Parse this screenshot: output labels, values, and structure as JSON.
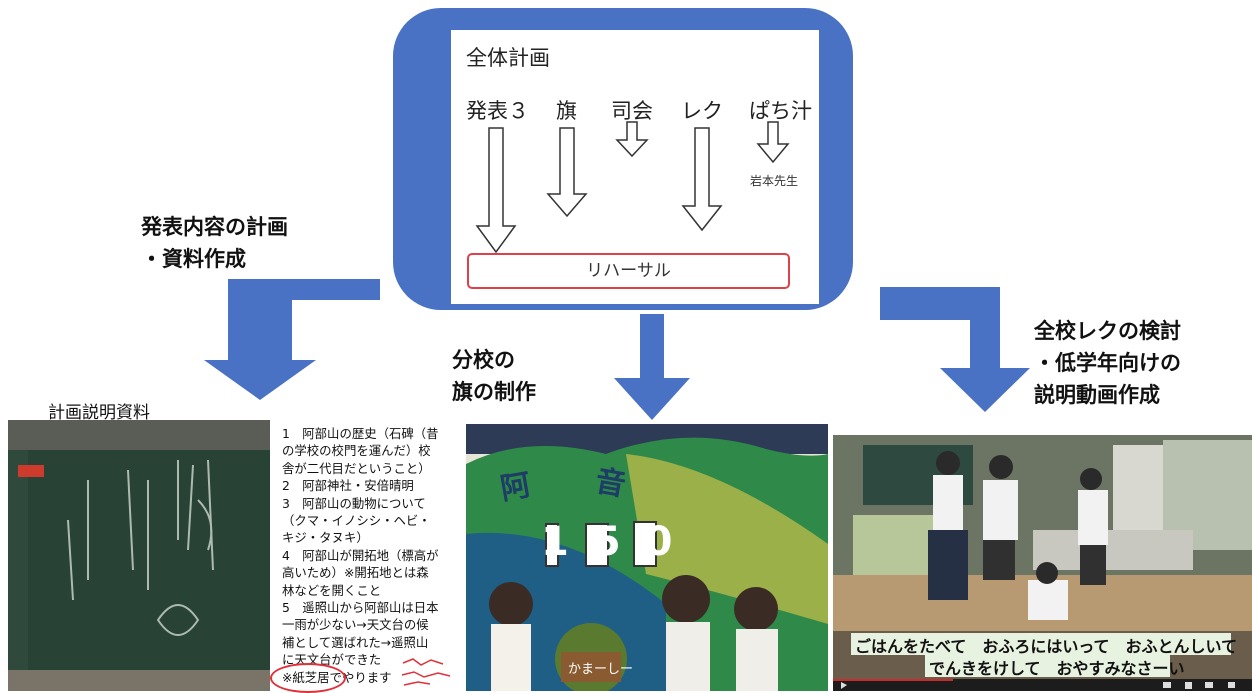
{
  "plan": {
    "title": "全体計画",
    "items": [
      "発表３",
      "旗",
      "司会",
      "レク",
      "ぱち汁"
    ],
    "note": "岩本先生",
    "rehearsal": "リハーサル"
  },
  "left_heading": [
    "発表内容の計画",
    "・資料作成"
  ],
  "center_heading": [
    "分校の",
    "旗の制作"
  ],
  "right_heading": [
    "全校レクの検討",
    "・低学年向けの",
    "説明動画作成"
  ],
  "caption_left": "計画説明資料",
  "notes": [
    "1　阿部山の歴史（石碑（昔",
    "の学校の校門を運んだ）校",
    "舎が二代目だということ）",
    "2　阿部神社・安倍晴明",
    "3　阿部山の動物について",
    "（クマ・イノシシ・ヘビ・",
    "キジ・タヌキ）",
    "4　阿部山が開拓地（標高が",
    "高いため）※開拓地とは森",
    "林などを開くこと",
    "5　遥照山から阿部山は日本",
    "一雨が少ない→天文台の候",
    "補として選ばれた→遥照山",
    "に天文台ができた",
    "※紙芝居でやります"
  ],
  "flag_text": {
    "chars": [
      "阿",
      "音"
    ],
    "number": "150",
    "label": "かまーしー"
  },
  "video_subtitles": [
    "ごはんをたべて　おふろにはいって　おふとんしいて",
    "でんきをけして　おやすみなさーい"
  ],
  "colors": {
    "frame": "#4a72c4",
    "arrow": "#4a72c4",
    "rehearsal_border": "#e0404a"
  }
}
